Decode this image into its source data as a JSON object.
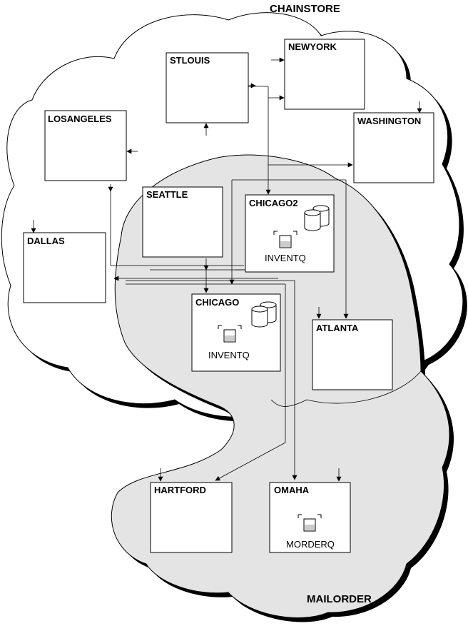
{
  "clusters": {
    "chainstore": "CHAINSTORE",
    "mailorder": "MAILORDER"
  },
  "queue_managers": {
    "stlouis": "STLOUIS",
    "newyork": "NEWYORK",
    "losangeles": "LOSANGELES",
    "washington": "WASHINGTON",
    "seattle": "SEATTLE",
    "chicago2": "CHICAGO2",
    "dallas": "DALLAS",
    "chicago": "CHICAGO",
    "atlanta": "ATLANTA",
    "hartford": "HARTFORD",
    "omaha": "OMAHA"
  },
  "queues": {
    "chicago2": "INVENTQ",
    "chicago": "INVENTQ",
    "omaha": "MORDERQ"
  },
  "icons": {
    "repository": "database-cylinders-icon",
    "queue": "queue-tray-icon"
  }
}
